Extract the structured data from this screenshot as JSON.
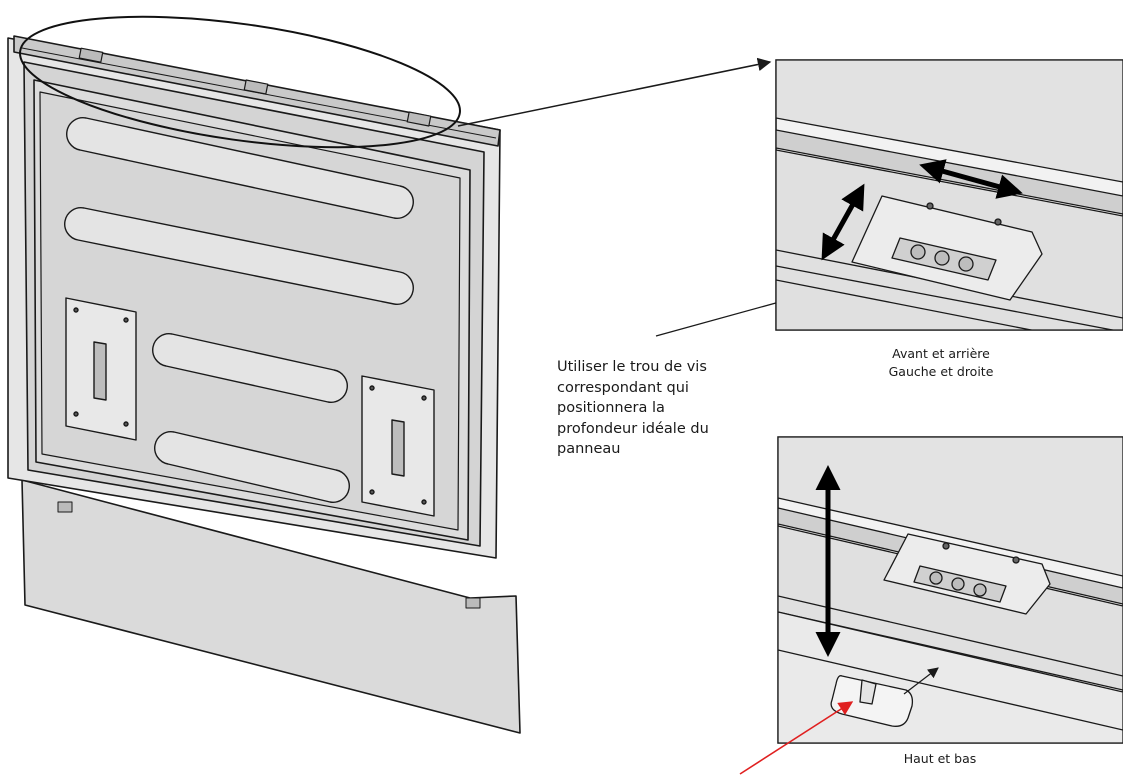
{
  "instruction_lines": [
    "Utiliser le trou de vis",
    "correspondant qui",
    "positionnera la",
    "profondeur idéale du",
    "panneau"
  ],
  "detail_top": {
    "caption_line1": "Avant et arrière",
    "caption_line2": "Gauche et droite"
  },
  "detail_bottom": {
    "caption": "Haut et bas"
  },
  "colors": {
    "line": "#1a1a1a",
    "panel_fill": "#d9d9d9",
    "pointer_red": "#e02020"
  }
}
